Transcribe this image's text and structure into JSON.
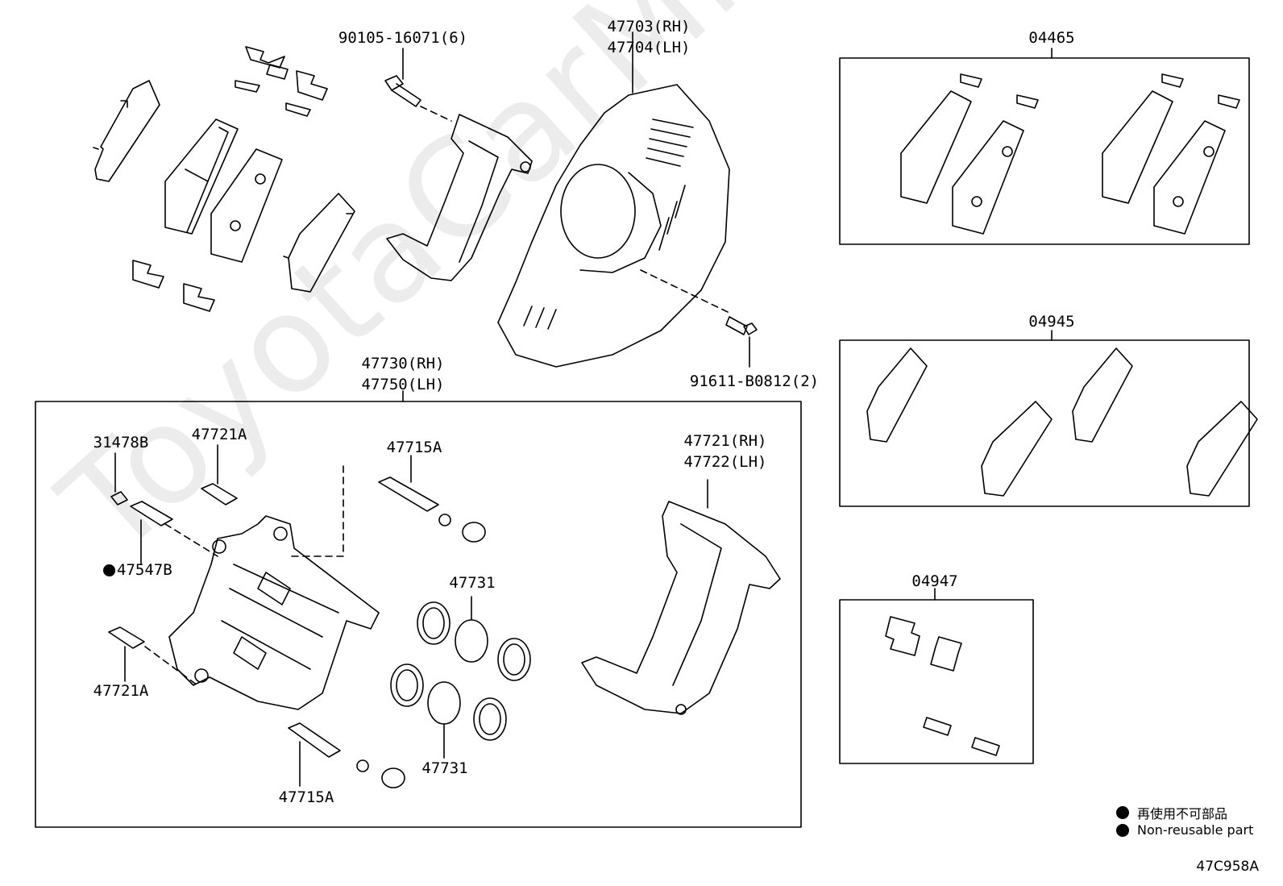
{
  "watermark": "ToyotaCarMine.ru",
  "labels": {
    "bolt_90105": "90105-16071(6)",
    "dust_cover_rh": "47703(RH)",
    "dust_cover_lh": "47704(LH)",
    "kit_04465": "04465",
    "kit_04945": "04945",
    "kit_04947": "04947",
    "bolt_91611": "91611-B0812(2)",
    "caliper_rh": "47730(RH)",
    "caliper_lh": "47750(LH)",
    "cap_31478b": "31478B",
    "bolt_47721a_top": "47721A",
    "bleeder_47547b": "47547B",
    "bolt_47721a_bottom": "47721A",
    "pin_47715a_top": "47715A",
    "pin_47715a_bottom": "47715A",
    "mounting_rh": "47721(RH)",
    "mounting_lh": "47722(LH)",
    "piston_top": "47731",
    "piston_bottom": "47731"
  },
  "legend": {
    "symbol": "non-reusable-dot",
    "japanese": "再使用不可部品",
    "english": "Non-reusable part"
  },
  "diagram_code": "47C958A"
}
